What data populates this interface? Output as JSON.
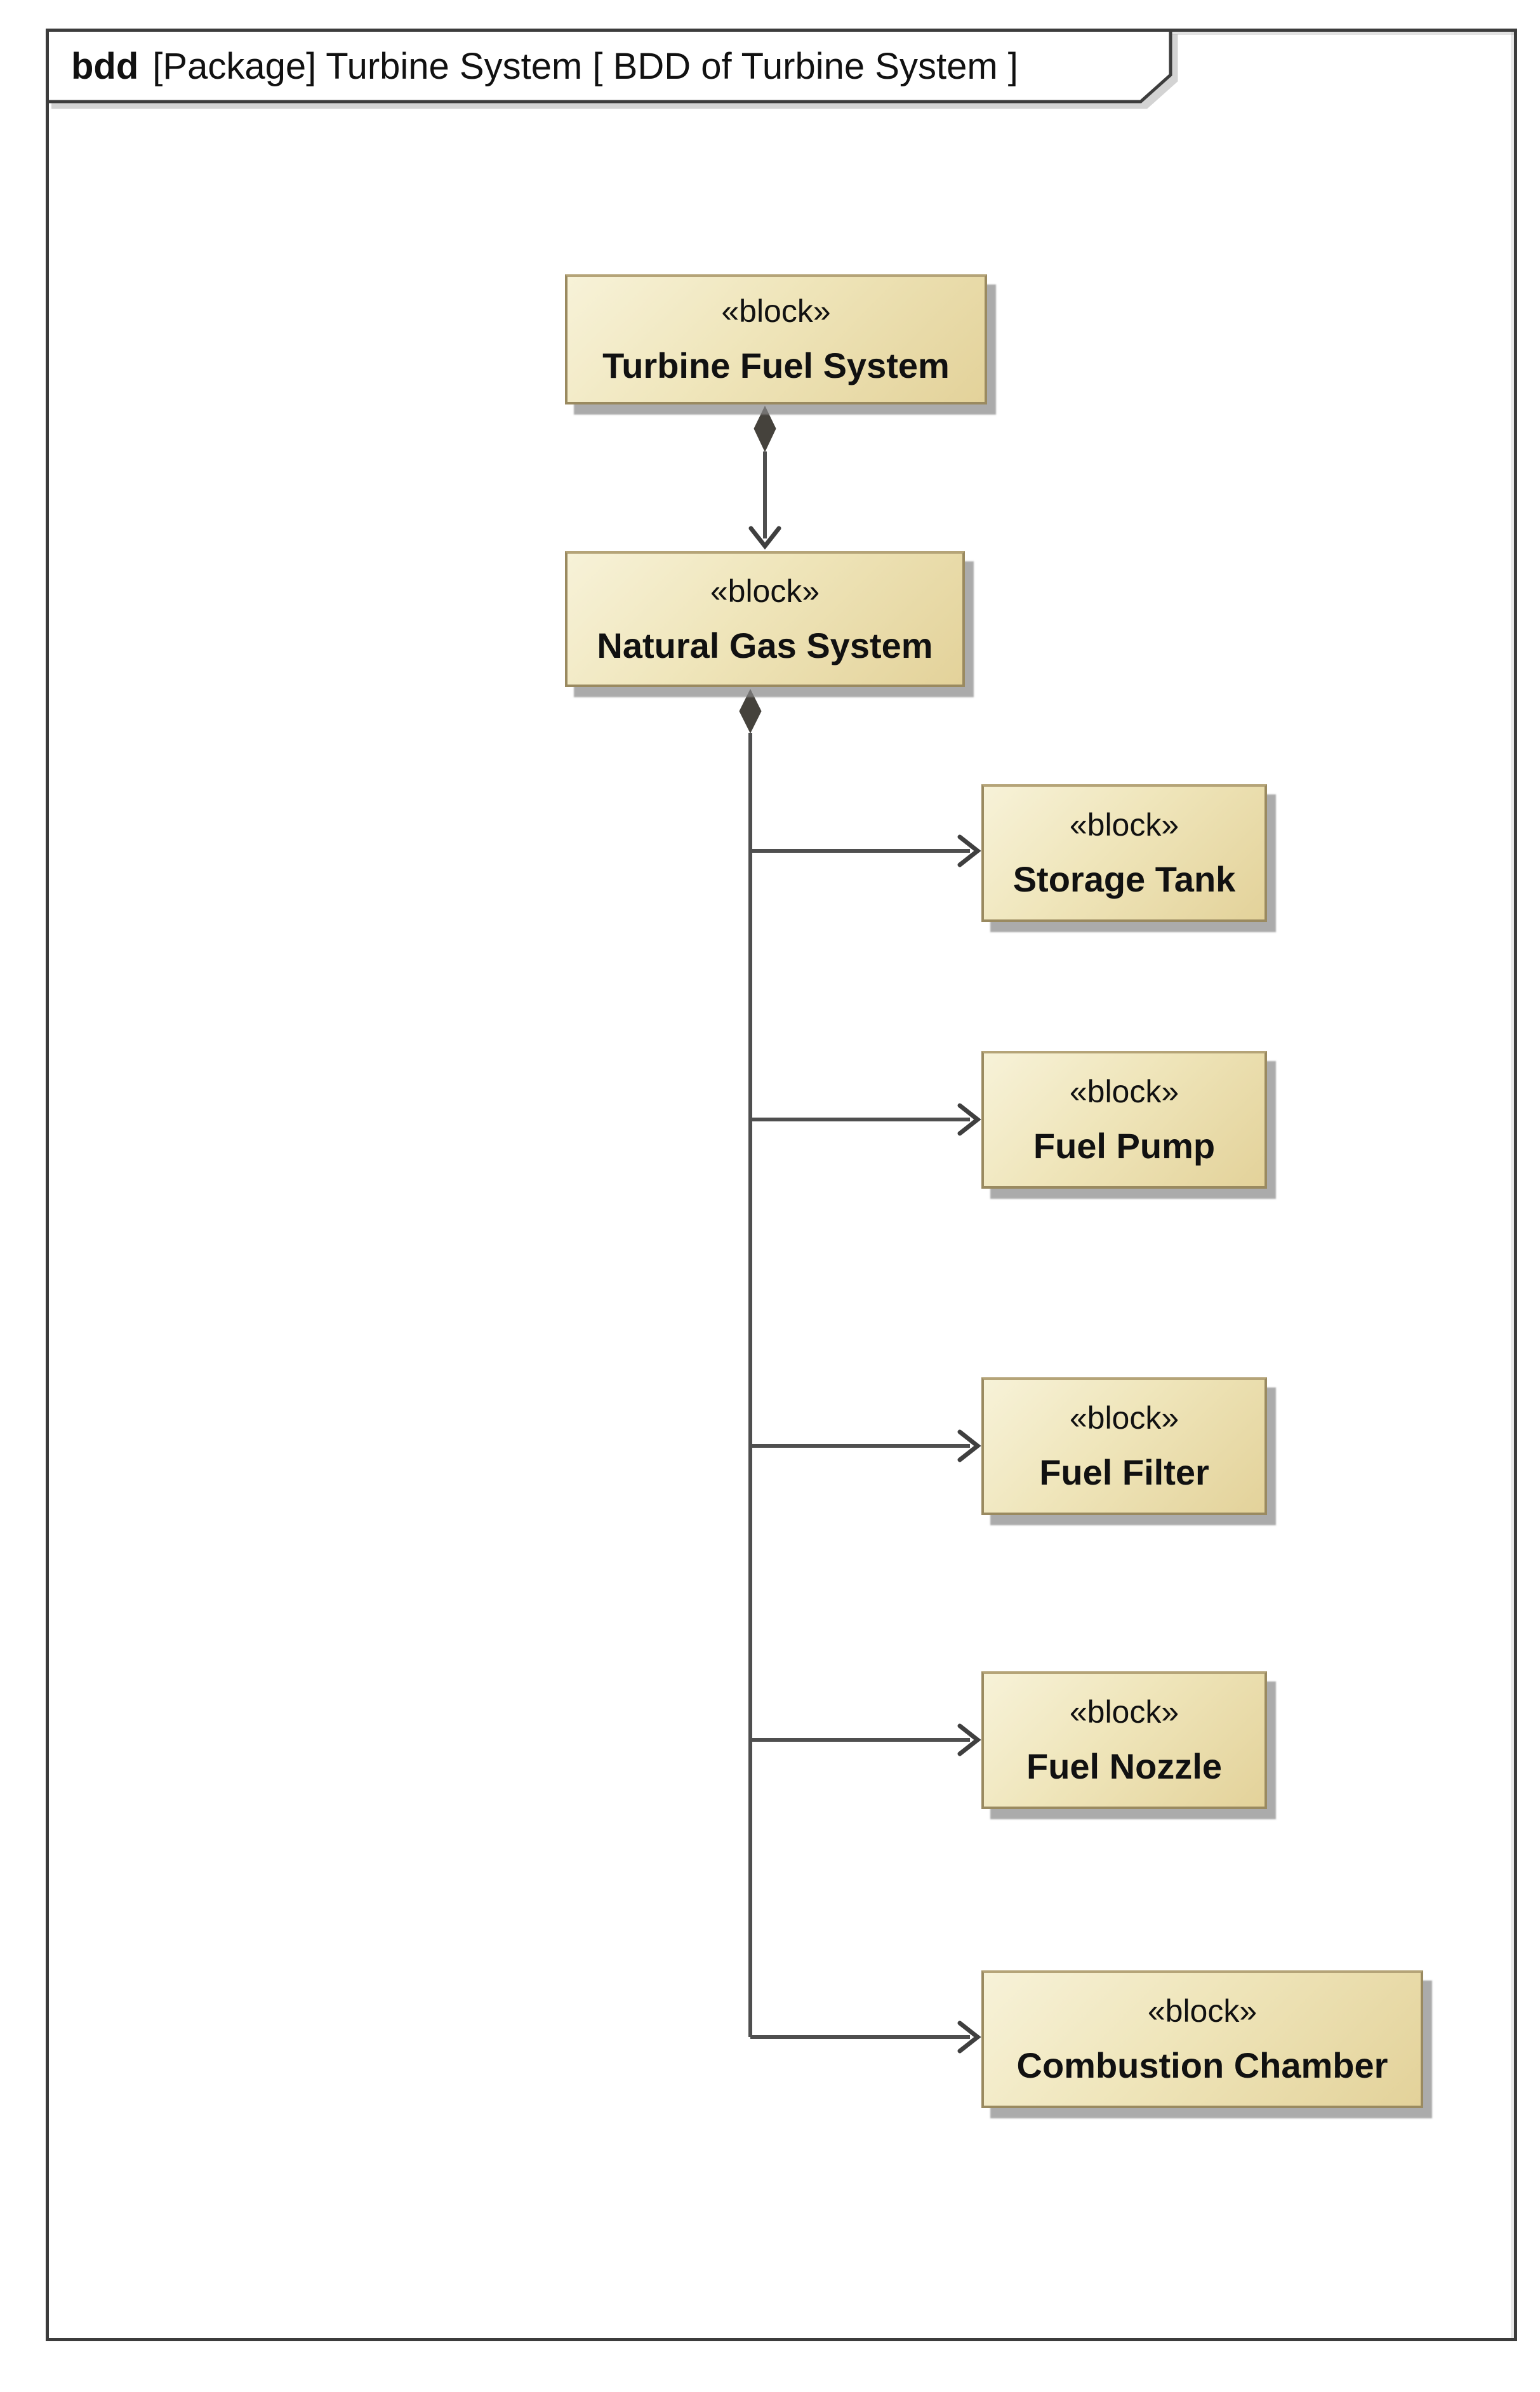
{
  "diagram": {
    "frame_label": {
      "keyword": "bdd",
      "title": "[Package] Turbine System [ BDD of Turbine System ]"
    }
  },
  "blocks": [
    {
      "id": "turbine-fuel-system",
      "stereotype": "«block»",
      "name": "Turbine Fuel System"
    },
    {
      "id": "natural-gas-system",
      "stereotype": "«block»",
      "name": "Natural Gas System"
    },
    {
      "id": "storage-tank",
      "stereotype": "«block»",
      "name": "Storage Tank"
    },
    {
      "id": "fuel-pump",
      "stereotype": "«block»",
      "name": "Fuel Pump"
    },
    {
      "id": "fuel-filter",
      "stereotype": "«block»",
      "name": "Fuel Filter"
    },
    {
      "id": "fuel-nozzle",
      "stereotype": "«block»",
      "name": "Fuel Nozzle"
    },
    {
      "id": "combustion-chamber",
      "stereotype": "«block»",
      "name": "Combustion Chamber"
    }
  ],
  "relationships": [
    {
      "type": "composition",
      "from": "Turbine Fuel System",
      "to": "Natural Gas System"
    },
    {
      "type": "composition",
      "from": "Natural Gas System",
      "to": "Storage Tank"
    },
    {
      "type": "composition",
      "from": "Natural Gas System",
      "to": "Fuel Pump"
    },
    {
      "type": "composition",
      "from": "Natural Gas System",
      "to": "Fuel Filter"
    },
    {
      "type": "composition",
      "from": "Natural Gas System",
      "to": "Fuel Nozzle"
    },
    {
      "type": "composition",
      "from": "Natural Gas System",
      "to": "Combustion Chamber"
    }
  ],
  "colors": {
    "block_fill_light": "#f7f2d8",
    "block_fill_dark": "#e3d29a",
    "block_border": "#9a8a60",
    "block_shadow": "#878787",
    "frame_border": "#3c3c3c",
    "connector": "#4f4f4f",
    "diamond_fill": "#45423c",
    "text": "#111111",
    "background": "#ffffff"
  }
}
